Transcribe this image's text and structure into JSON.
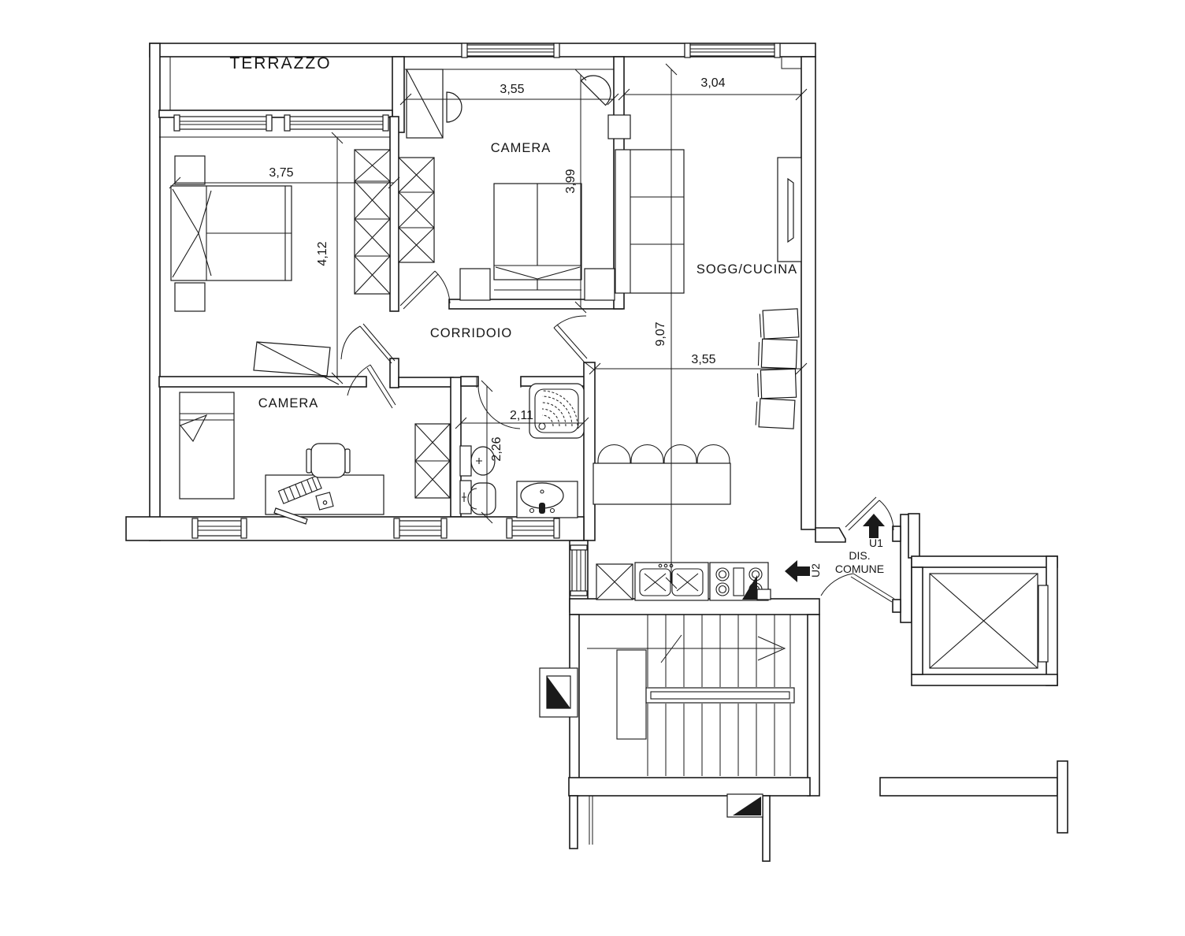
{
  "plan": {
    "title": "Apartment floor plan (Italian)",
    "labels": {
      "terrazzo": "TERRAZZO",
      "camera_top": "CAMERA",
      "camera_bottom": "CAMERA",
      "corridoio": "CORRIDOIO",
      "sogg_cucina": "SOGG/CUCINA"
    },
    "landing": {
      "dis_line1": "DIS.",
      "dis_line2": "COMUNE",
      "unit1": "U1",
      "unit2": "U2"
    },
    "dims": {
      "camera_top_width": "3,55",
      "sogg_top_width": "3,04",
      "bedroom_left_width": "3,75",
      "bedroom_left_height": "4,12",
      "camera_top_height": "3,99",
      "sogg_height": "9,07",
      "dining_width": "3,55",
      "bath_width": "2,11",
      "bath_height": "2,26"
    },
    "colors": {
      "line": "#1a1a1a",
      "background": "#ffffff"
    }
  }
}
